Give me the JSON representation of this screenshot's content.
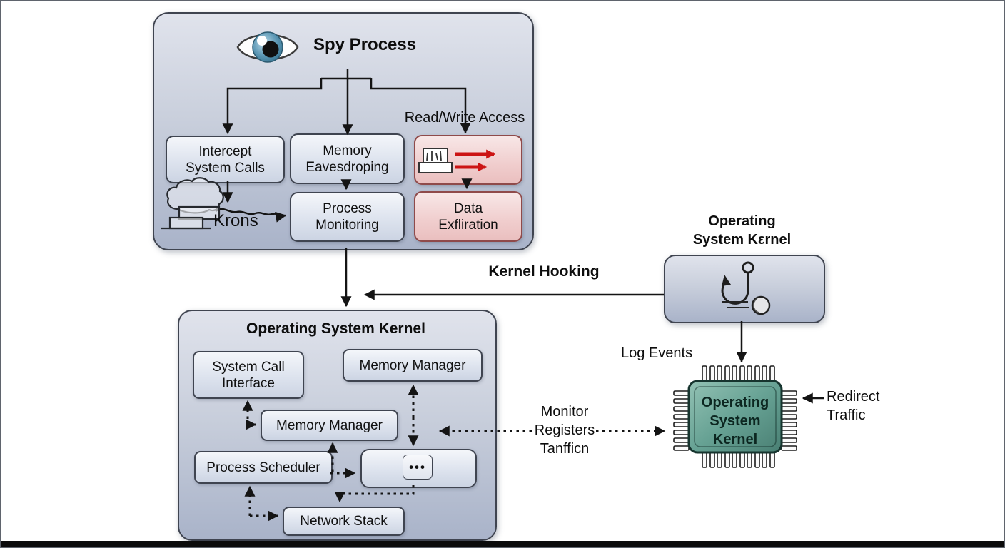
{
  "spy_process": {
    "title": "Spy Process",
    "icon": "eye-icon",
    "intercept_system_calls": {
      "line1": "Intercept",
      "line2": "System Calls"
    },
    "memory_eavesdropping": {
      "line1": "Memory",
      "line2": "Eavesdroping"
    },
    "read_write_access": "Read/Write Access",
    "transfer_icon": "document-transfer-icon",
    "process_monitoring": {
      "line1": "Process",
      "line2": "Monitoring"
    },
    "data_exfiltration": {
      "line1": "Data",
      "line2": "Exfliration"
    },
    "krons_label": "Krons",
    "krons_icon": "cloud-building-icon"
  },
  "kernel_hooking_label": "Kernel Hooking",
  "os_kernel_panel": {
    "title": "Operating System Kernel",
    "system_call_interface": {
      "line1": "System Call",
      "line2": "Interface"
    },
    "memory_manager_top": "Memory Manager",
    "memory_manager_mid": "Memory Manager",
    "process_scheduler": "Process Scheduler",
    "ellipsis": "•••",
    "network_stack": "Network Stack"
  },
  "hook_module": {
    "label": {
      "line1": "Operating",
      "line2": "System Kεrnel"
    },
    "icon": "hook-icon"
  },
  "log_events_label": "Log Events",
  "chip": {
    "icon": "chip-icon",
    "label": {
      "line1": "Operating",
      "line2": "System",
      "line3": "Kernel"
    }
  },
  "redirect_traffic": {
    "line1": "Redirect",
    "line2": "Traffic"
  },
  "monitor_registers": {
    "line1": "Monitor",
    "line2": "Registers",
    "line3": "Tanfficn"
  },
  "colors": {
    "node_border": "#3f4450",
    "panel_gradient_top": "#e0e3ec",
    "panel_gradient_bottom": "#a9b3c9",
    "alert_fill": "#f5dede",
    "alert_border": "#8f4a4a",
    "arrow_red": "#cc1414",
    "chip_teal": "#639e91",
    "line_black": "#141414"
  }
}
